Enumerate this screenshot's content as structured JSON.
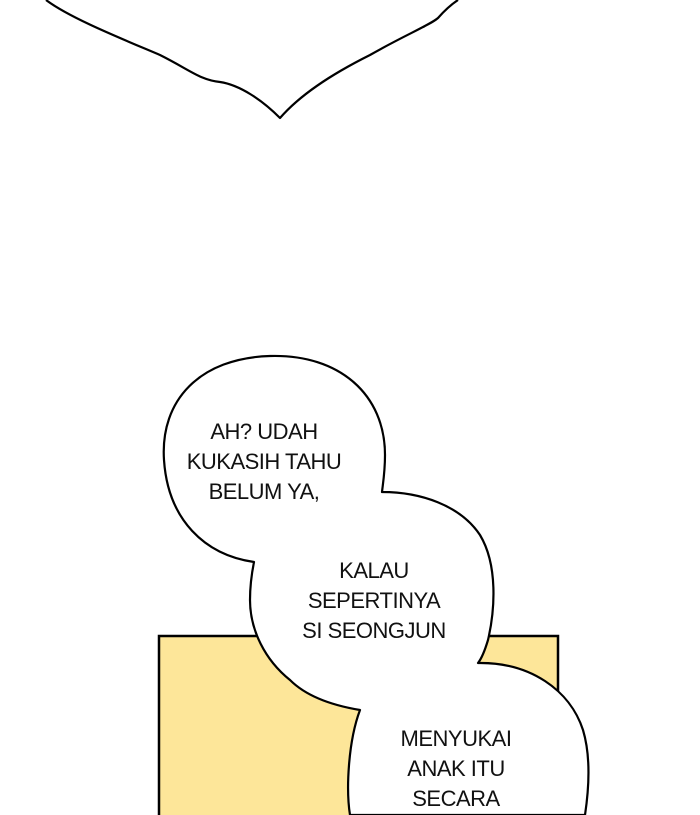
{
  "colors": {
    "background": "#ffffff",
    "panel_fill": "#fde699",
    "stroke": "#000000",
    "text": "#111111"
  },
  "bubbles": [
    {
      "id": "bubble-1",
      "lines": [
        "AH?  UDAH",
        "KUKASIH TAHU",
        "BELUM YA,"
      ]
    },
    {
      "id": "bubble-2",
      "lines": [
        "KALAU",
        "SEPERTINYA",
        "SI SEONGJUN"
      ]
    },
    {
      "id": "bubble-3",
      "lines": [
        "MENYUKAI",
        "ANAK ITU",
        "SECARA"
      ]
    }
  ]
}
